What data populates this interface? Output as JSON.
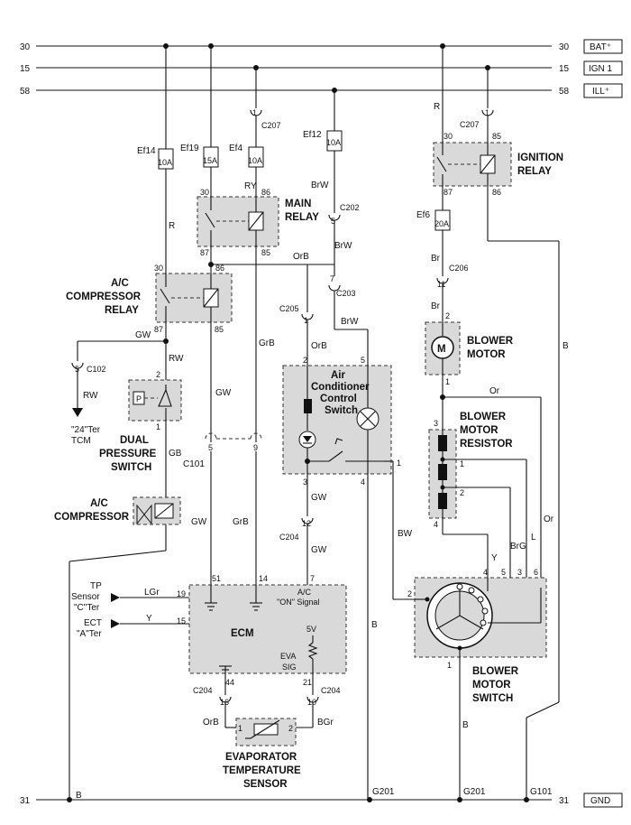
{
  "rails": {
    "b30": {
      "left": "30",
      "right": "30",
      "tag": "BAT⁺"
    },
    "b15": {
      "left": "15",
      "right": "15",
      "tag": "IGN 1"
    },
    "b58": {
      "left": "58",
      "right": "58",
      "tag": "ILL⁺"
    },
    "gnd": {
      "left": "31",
      "right": "31",
      "tag": "GND"
    }
  },
  "fuses": {
    "ef14": {
      "name": "Ef14",
      "rating": "10A"
    },
    "ef19": {
      "name": "Ef19",
      "rating": "15A"
    },
    "ef4": {
      "name": "Ef4",
      "rating": "10A"
    },
    "ef12": {
      "name": "Ef12",
      "rating": "10A"
    },
    "ef6": {
      "name": "Ef6",
      "rating": "20A"
    }
  },
  "connectors": {
    "c207a": {
      "pin": "1",
      "name": "C207"
    },
    "c207b": {
      "pin": "1",
      "name": "C207"
    },
    "c202": {
      "pin": "5",
      "name": "C202"
    },
    "c203": {
      "pin": "7",
      "name": "C203"
    },
    "c205": {
      "pin": "1",
      "name": "C205"
    },
    "c206": {
      "pin": "11",
      "name": "C206"
    },
    "c102": {
      "pin": "5",
      "name": "C102"
    },
    "c101": {
      "pin5": "5",
      "pin9": "9",
      "name": "C101"
    },
    "c204_top": {
      "pin": "12",
      "name": "C204"
    },
    "c204_l": {
      "pin": "16",
      "name": "C204"
    },
    "c204_r": {
      "pin": "10",
      "name": "C204"
    }
  },
  "components": {
    "main_relay": {
      "title1": "MAIN",
      "title2": "RELAY",
      "p30": "30",
      "p86": "86",
      "p87": "87",
      "p85": "85"
    },
    "ac_relay": {
      "title1": "A/C",
      "title2": "COMPRESSOR",
      "title3": "RELAY",
      "p30": "30",
      "p86": "86",
      "p87": "87",
      "p85": "85"
    },
    "ign_relay": {
      "title1": "IGNITION",
      "title2": "RELAY",
      "p30": "30",
      "p85": "85",
      "p87": "87",
      "p86": "86"
    },
    "dual_switch": {
      "title1": "DUAL",
      "title2": "PRESSURE",
      "title3": "SWITCH",
      "p2": "2",
      "p1": "1",
      "p_glyph": "P"
    },
    "ac_comp": {
      "title1": "A/C",
      "title2": "COMPRESSOR"
    },
    "ac_switch": {
      "title1": "Air",
      "title2": "Conditioner",
      "title3": "Control",
      "title4": "Switch",
      "p2": "2",
      "p5": "5",
      "p3": "3",
      "p4": "4",
      "p1": "1"
    },
    "blower_motor": {
      "title1": "BLOWER",
      "title2": "MOTOR",
      "glyph": "M",
      "p2": "2",
      "p1": "1"
    },
    "blower_resistor": {
      "title1": "BLOWER",
      "title2": "MOTOR",
      "title3": "RESISTOR",
      "p3": "3",
      "p1": "1",
      "p2": "2",
      "p4": "4"
    },
    "blower_switch": {
      "title1": "BLOWER",
      "title2": "MOTOR",
      "title3": "SWITCH",
      "p2": "2",
      "p4": "4",
      "p5": "5",
      "p3": "3",
      "p6": "6",
      "p1": "1"
    },
    "ecm": {
      "title": "ECM",
      "p51": "51",
      "p14": "14",
      "p7": "7",
      "p19": "19",
      "p15": "15",
      "p44": "44",
      "p21": "21",
      "acon1": "A/C",
      "acon2": "\"ON\" Signal",
      "v5": "5V",
      "eva1": "EVA",
      "eva2": "SIG"
    },
    "evap_sensor": {
      "title1": "EVAPORATOR",
      "title2": "TEMPERATURE",
      "title3": "SENSOR",
      "p1": "1",
      "p2": "2"
    }
  },
  "inputs": {
    "tp": {
      "l1": "TP",
      "l2": "Sensor",
      "l3": "\"C\"Ter"
    },
    "ect": {
      "l1": "ECT",
      "l2": "\"A\"Ter"
    },
    "tcm": {
      "l1": "\"24\"Ter",
      "l2": "TCM"
    }
  },
  "wires": {
    "R_left": "R",
    "RY": "RY",
    "BrW1": "BrW",
    "BrW2": "BrW",
    "BrW3": "BrW",
    "R_right": "R",
    "OrB1": "OrB",
    "GW1": "GW",
    "RW1": "RW",
    "RW2": "RW",
    "GW2": "GW",
    "GrB1": "GrB",
    "OrB2": "OrB",
    "GB": "GB",
    "GW3": "GW",
    "GrB2": "GrB",
    "GW4": "GW",
    "GW5": "GW",
    "LGr": "LGr",
    "Y1": "Y",
    "Br1": "Br",
    "Br2": "Br",
    "Or1": "Or",
    "Or2": "Or",
    "B1": "B",
    "B2": "B",
    "B3": "B",
    "B4": "B",
    "BW": "BW",
    "Y2": "Y",
    "BrG": "BrG",
    "L": "L",
    "OrB3": "OrB",
    "BGr": "BGr"
  },
  "grounds": {
    "g201a": "G201",
    "g201b": "G201",
    "g101": "G101"
  }
}
